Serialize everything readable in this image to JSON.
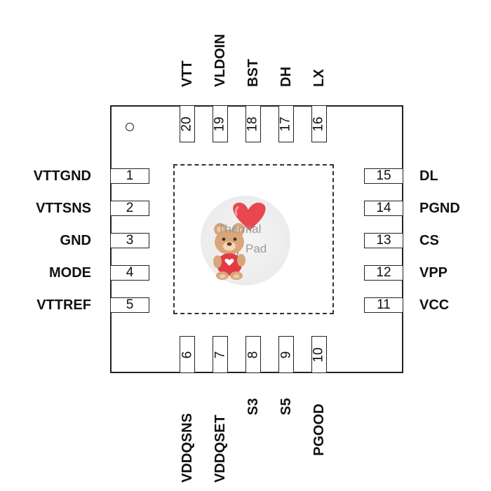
{
  "package": {
    "pin1_marker_icon": "pin1-circle-icon",
    "thermal_pad": {
      "line1": "Thermal",
      "line2": "Pad"
    }
  },
  "pins": {
    "left": [
      {
        "num": "1",
        "name": "VTTGND"
      },
      {
        "num": "2",
        "name": "VTTSNS"
      },
      {
        "num": "3",
        "name": "GND"
      },
      {
        "num": "4",
        "name": "MODE"
      },
      {
        "num": "5",
        "name": "VTTREF"
      }
    ],
    "bottom": [
      {
        "num": "6",
        "name": "VDDQSNS"
      },
      {
        "num": "7",
        "name": "VDDQSET"
      },
      {
        "num": "8",
        "name": "S3"
      },
      {
        "num": "9",
        "name": "S5"
      },
      {
        "num": "10",
        "name": "PGOOD"
      }
    ],
    "right": [
      {
        "num": "11",
        "name": "VCC"
      },
      {
        "num": "12",
        "name": "VPP"
      },
      {
        "num": "13",
        "name": "CS"
      },
      {
        "num": "14",
        "name": "PGND"
      },
      {
        "num": "15",
        "name": "DL"
      }
    ],
    "top": [
      {
        "num": "16",
        "name": "LX"
      },
      {
        "num": "17",
        "name": "DH"
      },
      {
        "num": "18",
        "name": "BST"
      },
      {
        "num": "19",
        "name": "VLDOIN"
      },
      {
        "num": "20",
        "name": "VTT"
      }
    ]
  },
  "watermark": {
    "icon": "teddy-bear-heart-balloon-icon",
    "colors": {
      "heart": "#e8474f",
      "bear": "#d9a57a"
    }
  }
}
